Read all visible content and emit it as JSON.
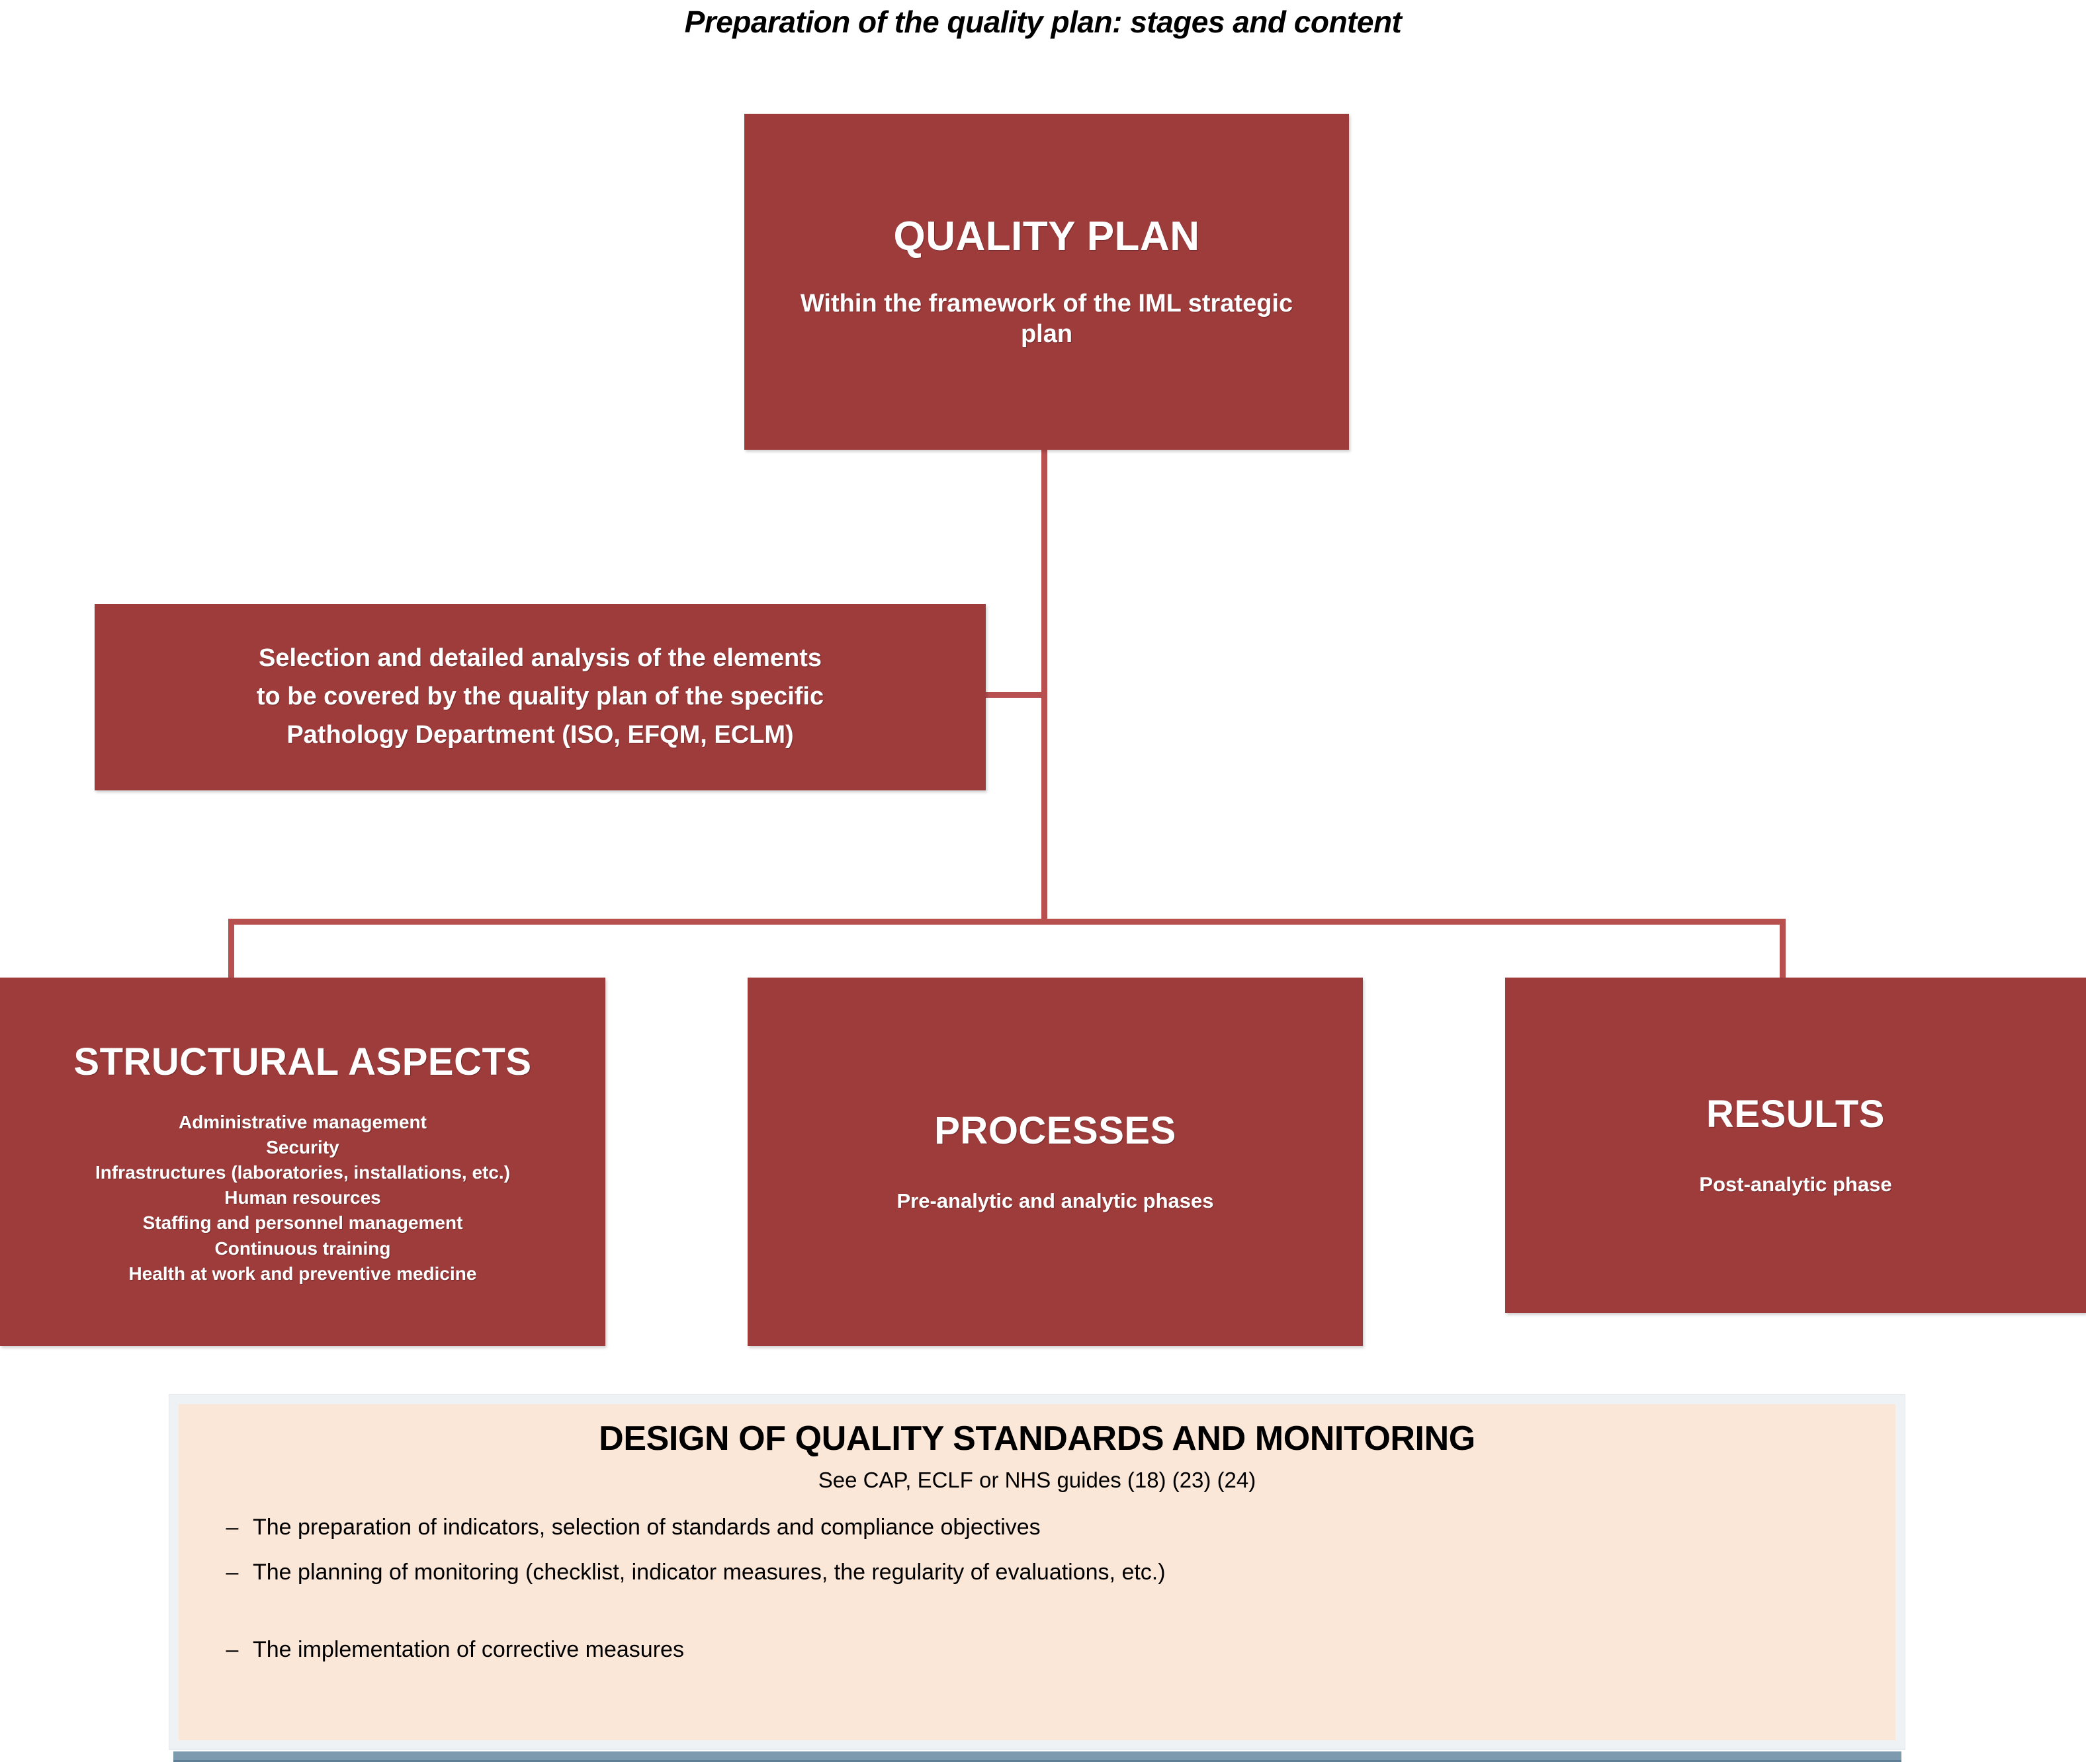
{
  "figure": {
    "title": "Preparation of the quality plan: stages and content",
    "accent_color": "#9E3B3B",
    "connector_color": "#B85050",
    "panel_fill": "#FBE7D8",
    "panel_frame": "#EFF2F5",
    "panel_bar_color": "#7E9AAE"
  },
  "nodes": {
    "quality_plan": {
      "heading": "QUALITY PLAN",
      "subtext": "Within the framework of the IML strategic plan"
    },
    "selection": {
      "line1": "Selection and detailed analysis of the elements",
      "line2": "to be covered by the quality plan of the specific",
      "line3": "Pathology Department (ISO, EFQM, ECLM)"
    },
    "structural": {
      "heading": "STRUCTURAL ASPECTS",
      "items": [
        "Administrative management",
        "Security",
        "Infrastructures (laboratories, installations, etc.)",
        "Human resources",
        "Staffing and personnel management",
        "Continuous training",
        "Health at work and preventive medicine"
      ]
    },
    "processes": {
      "heading": "PROCESSES",
      "subtext": "Pre-analytic and analytic phases"
    },
    "results": {
      "heading": "RESULTS",
      "subtext": "Post-analytic phase"
    }
  },
  "design_panel": {
    "title": "DESIGN OF QUALITY STANDARDS AND MONITORING",
    "subtitle": "See CAP, ECLF or NHS guides (18) (23) (24)",
    "bullet_glyph": "–",
    "items": [
      "The preparation of indicators, selection of standards and compliance objectives",
      "The planning of monitoring (checklist, indicator measures, the regularity of evaluations, etc.)",
      "The implementation of corrective measures"
    ]
  }
}
